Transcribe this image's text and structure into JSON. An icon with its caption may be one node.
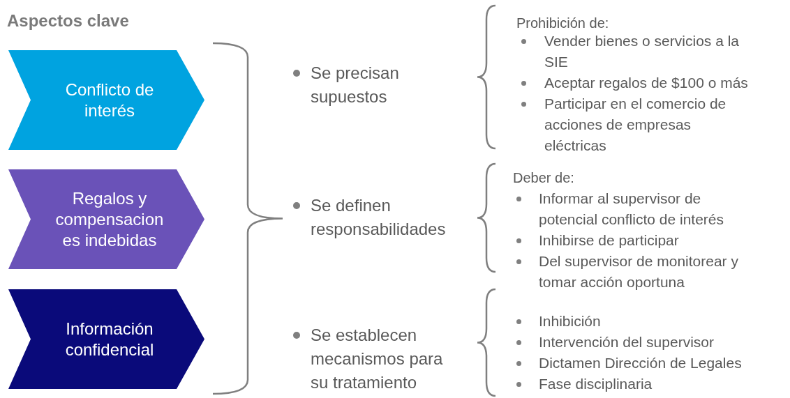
{
  "diagram": {
    "title": "Aspectos clave",
    "nodes": [
      {
        "text": [
          "Conflicto de interés"
        ]
      },
      {
        "text": [
          "Regalos y compensacion es indebidas"
        ]
      },
      {
        "text": [
          "Información confidencial"
        ]
      }
    ],
    "labels": [
      "Se precisan supuestos",
      "Prohibición de:",
      "Vender bienes o servicios a la SIE",
      "Aceptar regalos de $100 o más",
      "Participar en el comercio de acciones de empresas eléctricas",
      "Se definen responsabilidades",
      "Deber de:",
      "Informar al supervisor de potencial conflicto de interés",
      "Inhibirse de participar",
      "Del supervisor de monitorear y tomar acción oportuna",
      "Se establecen mecanismos para su tratamiento",
      "Inhibición",
      "Intervención del supervisor",
      "Dictamen Dirección de Legales",
      "Fase disciplinaria"
    ]
  }
}
